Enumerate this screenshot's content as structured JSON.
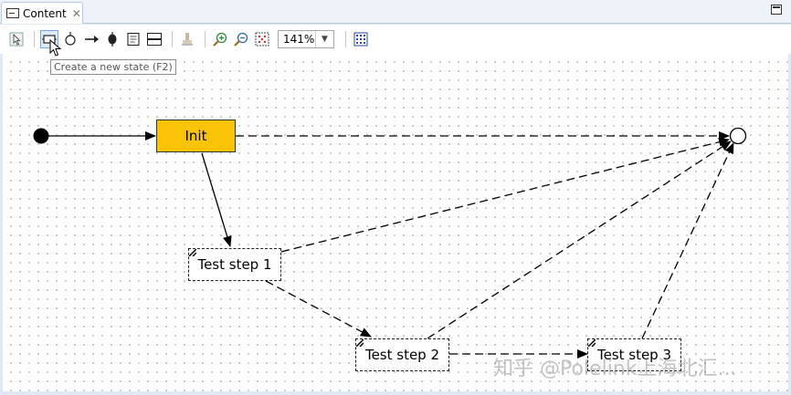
{
  "tab": {
    "label": "Content",
    "close_glyph": "✕"
  },
  "toolbar": {
    "buttons": [
      {
        "name": "select-tool",
        "icon": "pointer-icon",
        "active": false
      },
      {
        "name": "new-state",
        "icon": "state-icon",
        "active": true
      },
      {
        "name": "new-initial-state",
        "icon": "initial-state-icon",
        "active": false
      },
      {
        "name": "new-transition",
        "icon": "arrow-icon",
        "active": false
      },
      {
        "name": "new-final-state",
        "icon": "final-state-icon",
        "active": false
      },
      {
        "name": "new-note",
        "icon": "note-icon",
        "active": false
      },
      {
        "name": "new-separator",
        "icon": "separator-icon",
        "active": false
      },
      {
        "name": "stamp",
        "icon": "stamp-icon",
        "active": false
      },
      {
        "name": "zoom-in",
        "icon": "zoom-in-icon",
        "active": false
      },
      {
        "name": "zoom-out",
        "icon": "zoom-out-icon",
        "active": false
      },
      {
        "name": "fit-to-window",
        "icon": "fit-icon",
        "active": false
      },
      {
        "name": "toggle-grid",
        "icon": "grid-icon",
        "active": false
      }
    ],
    "zoom_value": "141%"
  },
  "tooltip": {
    "text": "Create a new state (F2)"
  },
  "diagram": {
    "states": [
      {
        "id": "init",
        "label": "Init",
        "kind": "initial-state"
      },
      {
        "id": "step1",
        "label": "Test step 1",
        "kind": "state"
      },
      {
        "id": "step2",
        "label": "Test step 2",
        "kind": "state"
      },
      {
        "id": "step3",
        "label": "Test step 3",
        "kind": "state"
      }
    ],
    "colors": {
      "init_fill": "#f9c407",
      "line": "#000000"
    }
  },
  "watermark": {
    "text": "知乎 @Polelink上海北汇..."
  }
}
